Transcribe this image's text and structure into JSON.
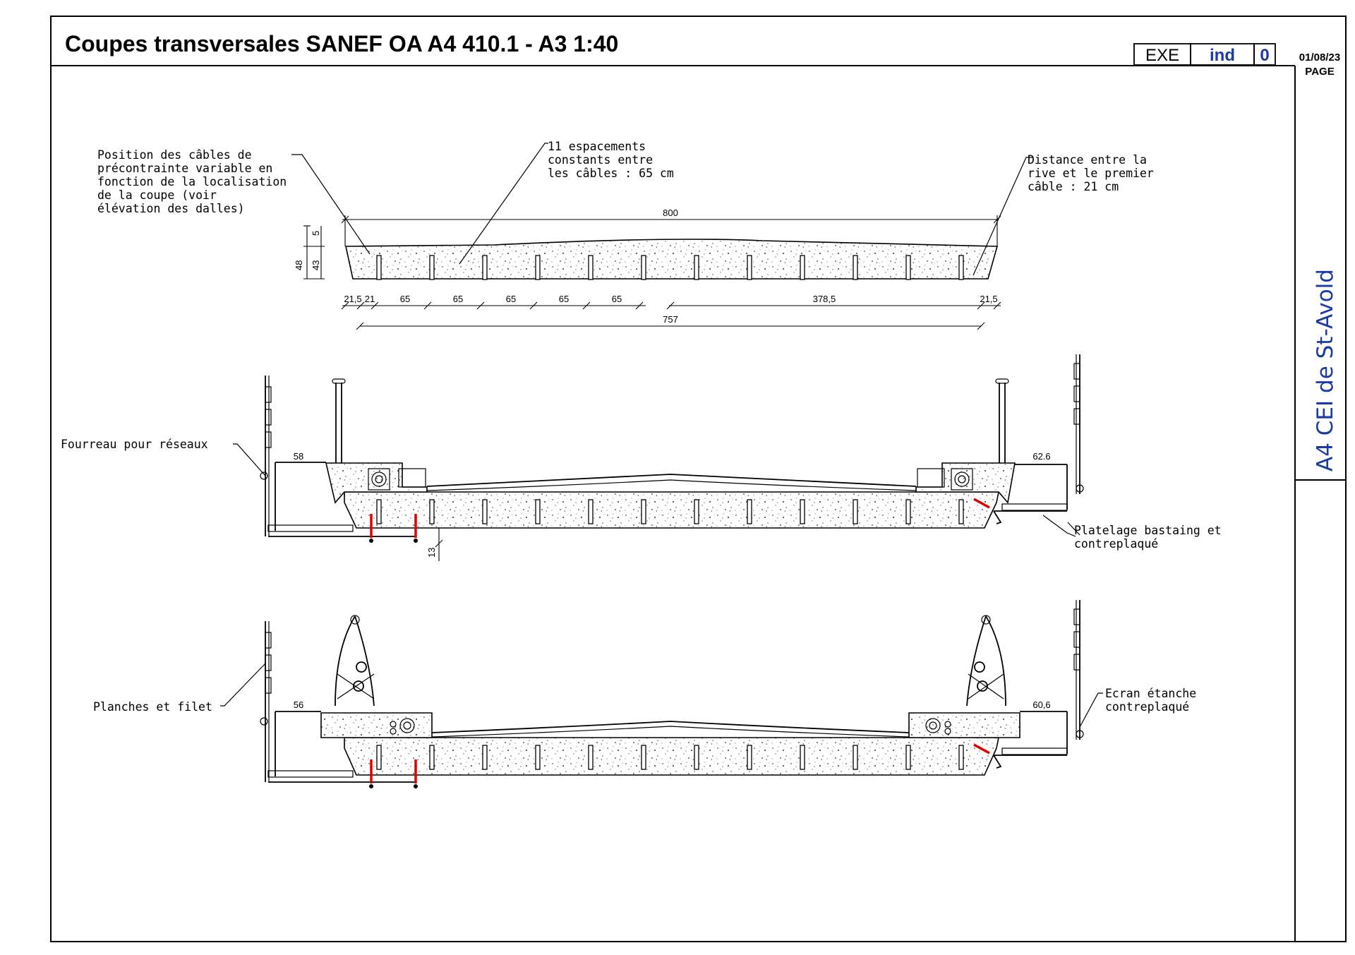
{
  "title": "Coupes transversales SANEF OA A4 410.1 - A3 1:40",
  "stamp": {
    "phase": "EXE",
    "index_label": "ind",
    "index_value": "0",
    "date": "01/08/23",
    "page_label": "PAGE"
  },
  "side_label": "A4 CEI de St-Avold",
  "section1": {
    "note_left": [
      "Position des câbles de",
      "précontrainte variable en",
      "fonction de la localisation",
      "de la coupe (voir",
      "élévation des dalles)"
    ],
    "note_mid": [
      "11 espacements",
      "constants entre",
      "les câbles : 65 cm"
    ],
    "note_right": [
      "Distance entre la",
      "rive et le premier",
      "câble : 21 cm"
    ],
    "dim_total": "800",
    "dim_h_total": "48",
    "dim_h_slab": "43",
    "dim_h_top": "5",
    "dims_bottom": [
      "21,5",
      "21",
      "65",
      "65",
      "65",
      "65",
      "65",
      "378,5",
      "21,5"
    ],
    "dim_cables": "757"
  },
  "section2": {
    "label_left": "Fourreau pour réseaux",
    "label_right": [
      "Platelage bastaing et",
      "contreplaqué"
    ],
    "dim_left": "58",
    "dim_right": "62.6",
    "dim_bottom": "13"
  },
  "section3": {
    "label_left": "Planches et filet",
    "label_right": [
      "Ecran étanche",
      "contreplaqué"
    ],
    "dim_left": "56",
    "dim_right": "60,6"
  },
  "colors": {
    "stamp_blue": "#1a3aa8",
    "marker_red": "#e00000"
  }
}
